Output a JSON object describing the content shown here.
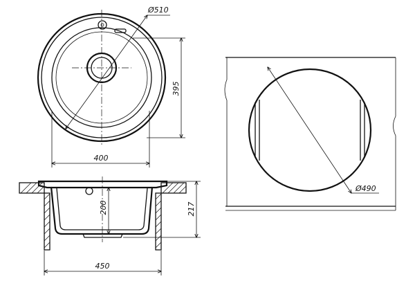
{
  "dimensions": {
    "top_diameter": "Ø510",
    "top_depth": "395",
    "top_width": "400",
    "side_depth": "200",
    "side_height": "217",
    "side_width": "450",
    "cutout_diameter": "Ø490"
  }
}
